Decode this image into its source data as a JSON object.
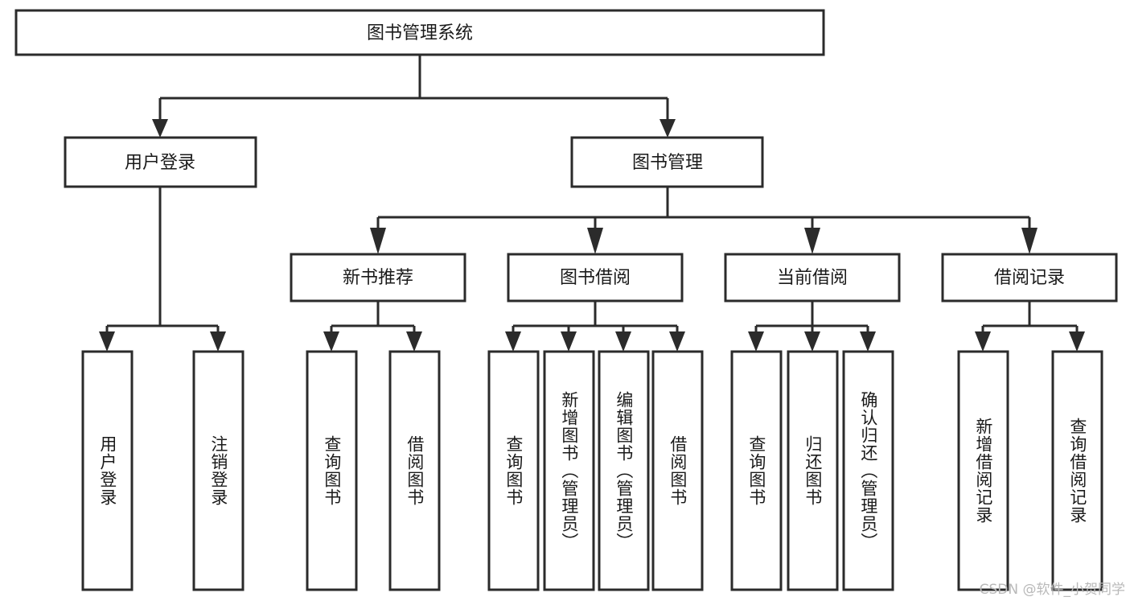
{
  "diagram": {
    "title": "图书管理系统",
    "type": "tree-hierarchy-chart",
    "watermark": "CSDN @软件_小贺同学",
    "colors": {
      "box_stroke": "#2b2b2b",
      "box_fill": "#ffffff",
      "connector": "#2b2b2b",
      "text": "#1a1a1a",
      "watermark": "#b9b9b9",
      "background": "#ffffff"
    },
    "root": {
      "label": "图书管理系统"
    },
    "level2": [
      {
        "label": "用户登录"
      },
      {
        "label": "图书管理"
      }
    ],
    "level3": [
      {
        "label": "新书推荐"
      },
      {
        "label": "图书借阅"
      },
      {
        "label": "当前借阅"
      },
      {
        "label": "借阅记录"
      }
    ],
    "leaves_login": [
      {
        "label": "用户登录"
      },
      {
        "label": "注销登录"
      }
    ],
    "leaves_recommend": [
      {
        "label": "查询图书"
      },
      {
        "label": "借阅图书"
      }
    ],
    "leaves_borrow": [
      {
        "label": "查询图书"
      },
      {
        "label": "新增图书（管理员）"
      },
      {
        "label": "编辑图书（管理员）"
      },
      {
        "label": "借阅图书"
      }
    ],
    "leaves_current": [
      {
        "label": "查询图书"
      },
      {
        "label": "归还图书"
      },
      {
        "label": "确认归还（管理员）"
      }
    ],
    "leaves_record": [
      {
        "label": "新增借阅记录"
      },
      {
        "label": "查询借阅记录"
      }
    ]
  }
}
